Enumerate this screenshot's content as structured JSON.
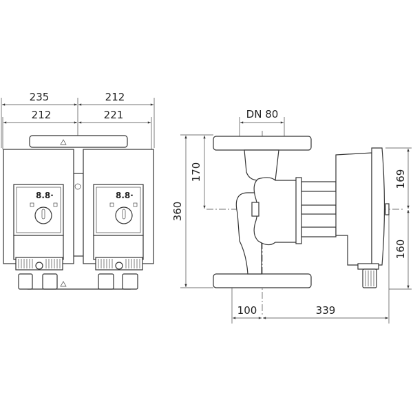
{
  "front_view": {
    "dims": {
      "top_left": "235",
      "top_right": "212",
      "second_left": "212",
      "second_right": "221"
    },
    "display_text": "8.8·"
  },
  "side_view": {
    "dims": {
      "nominal": "DN 80",
      "height_total": "360",
      "height_upper": "170",
      "motor_upper": "169",
      "motor_lower": "160",
      "offset": "100",
      "length": "339"
    }
  }
}
